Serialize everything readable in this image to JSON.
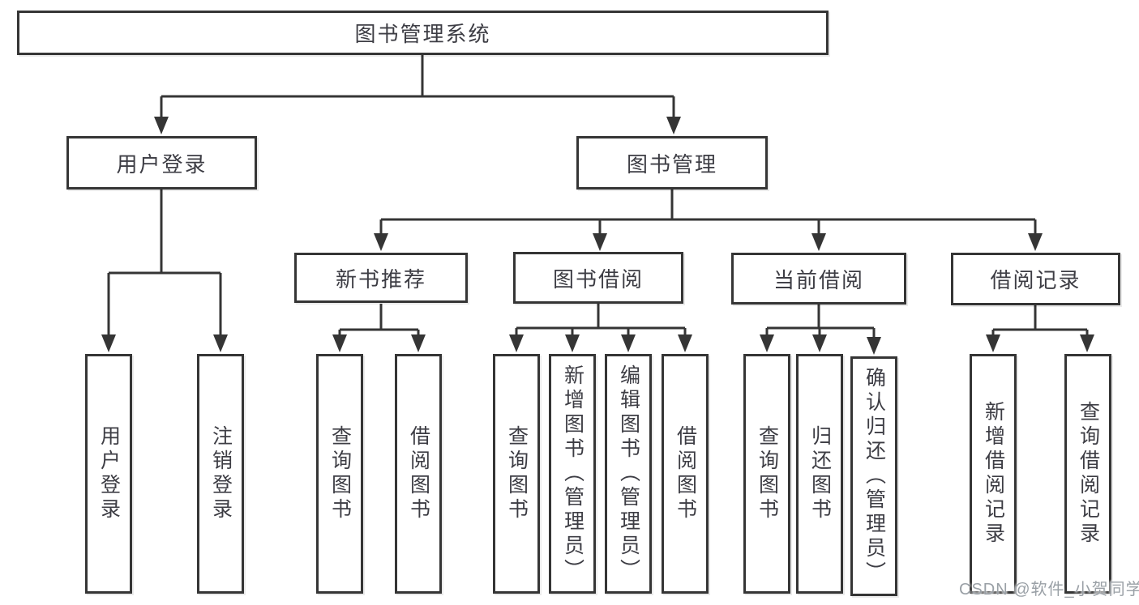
{
  "colors": {
    "line": "#353535",
    "text": "#3d3d44",
    "watermark": "#9aa0a6",
    "bg": "#ffffff"
  },
  "watermark": "CSDN @软件_小贺同学",
  "tree": {
    "root": {
      "label": "图书管理系统"
    },
    "branches": [
      {
        "label": "用户登录",
        "children": [
          {
            "label": "用户登录"
          },
          {
            "label": "注销登录"
          }
        ]
      },
      {
        "label": "图书管理",
        "children": [
          {
            "label": "新书推荐",
            "children": [
              {
                "label": "查询图书"
              },
              {
                "label": "借阅图书"
              }
            ]
          },
          {
            "label": "图书借阅",
            "children": [
              {
                "label": "查询图书"
              },
              {
                "label": "新增图书（管理员）"
              },
              {
                "label": "编辑图书（管理员）"
              },
              {
                "label": "借阅图书"
              }
            ]
          },
          {
            "label": "当前借阅",
            "children": [
              {
                "label": "查询图书"
              },
              {
                "label": "归还图书"
              },
              {
                "label": "确认归还（管理员）"
              }
            ]
          },
          {
            "label": "借阅记录",
            "children": [
              {
                "label": "新增借阅记录"
              },
              {
                "label": "查询借阅记录"
              }
            ]
          }
        ]
      }
    ]
  }
}
